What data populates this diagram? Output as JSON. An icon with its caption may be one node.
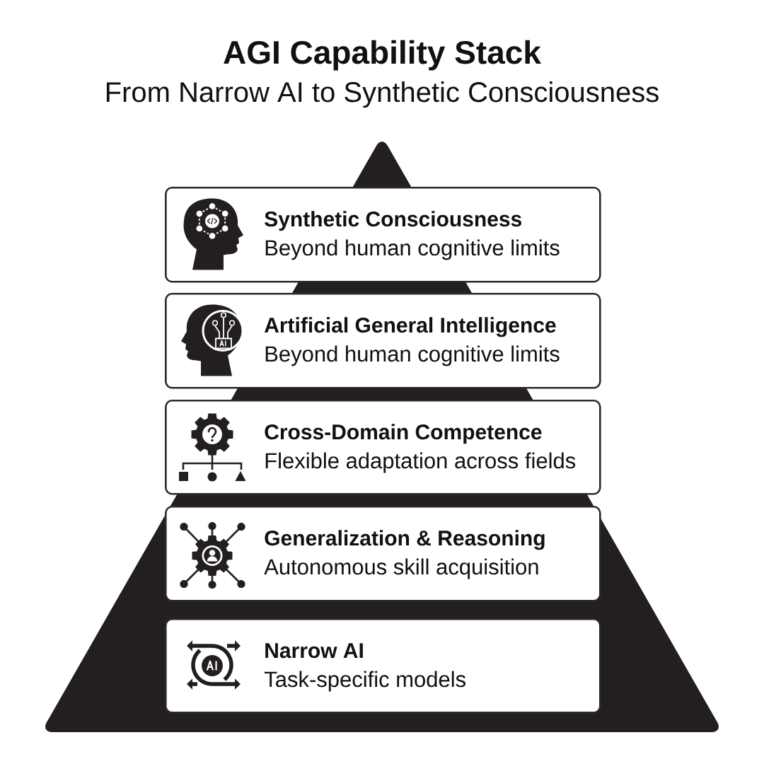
{
  "diagram": {
    "title": "AGI Capability Stack",
    "nodes": [
      {
        "text": [
          "Synthetic Consciousness",
          "Beyond human cognitive limits"
        ]
      },
      {
        "text": [
          "Artificial General Intelligence",
          "Beyond human cognitive limits"
        ]
      },
      {
        "text": [
          "Cross-Domain Competence",
          "Flexible adaptation across fields"
        ]
      },
      {
        "text": [
          "Generalization & Reasoning",
          "Autonomous skill acquisition"
        ]
      },
      {
        "text": [
          "Narrow AI",
          "Task-specific models"
        ]
      }
    ],
    "labels": [
      "From Narrow AI to Synthetic Consciousness"
    ]
  }
}
